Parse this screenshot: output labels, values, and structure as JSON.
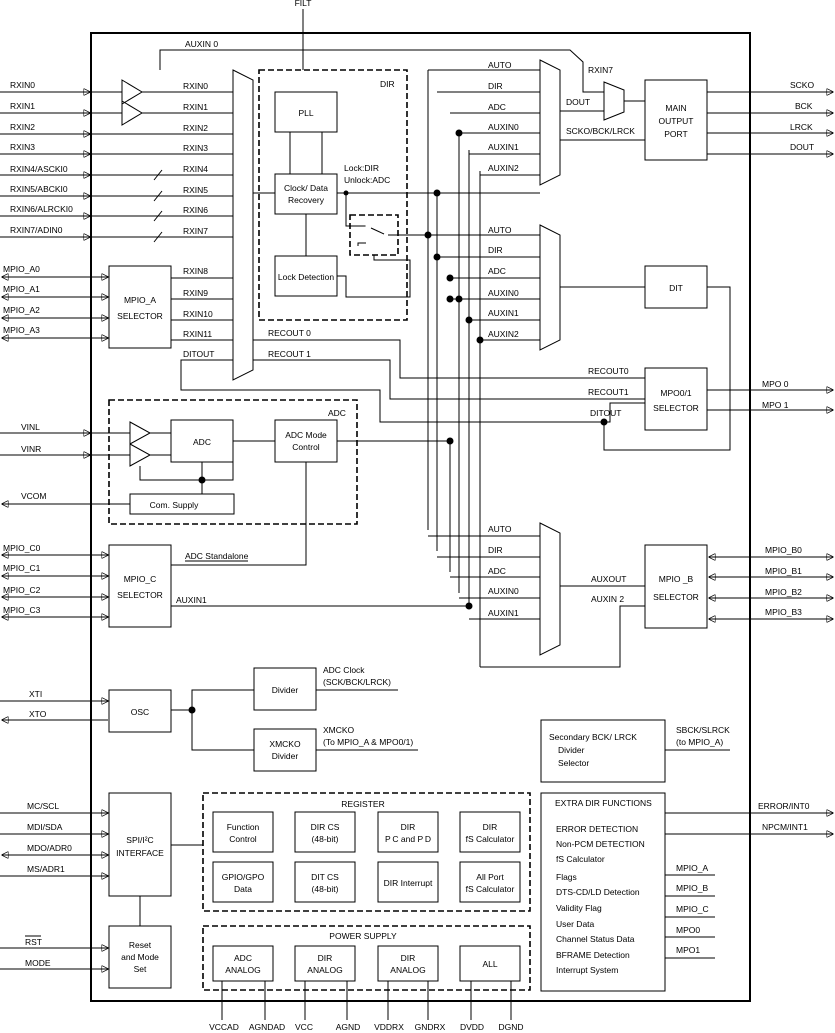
{
  "top_pin": "FILT",
  "bottom_pins": [
    "VCCAD",
    "AGNDAD",
    "VCC",
    "AGND",
    "VDDRX",
    "GNDRX",
    "DVDD",
    "DGND"
  ],
  "left_pins": {
    "rxin": [
      "RXIN0",
      "RXIN1",
      "RXIN2",
      "RXIN3",
      "RXIN4/ASCKI0",
      "RXIN5/ABCKI0",
      "RXIN6/ALRCKI0",
      "RXIN7/ADIN0"
    ],
    "mpio_a": [
      "MPIO_A0",
      "MPIO_A1",
      "MPIO_A2",
      "MPIO_A3"
    ],
    "vinl": "VINL",
    "vinr": "VINR",
    "vcom": "VCOM",
    "mpio_c": [
      "MPIO_C0",
      "MPIO_C1",
      "MPIO_C2",
      "MPIO_C3"
    ],
    "xti": "XTI",
    "xto": "XTO",
    "spi": [
      "MC/SCL",
      "MDI/SDA",
      "MDO/ADR0",
      "MS/ADR1"
    ],
    "rst": "RST",
    "mode": "MODE"
  },
  "right_pins": {
    "main_out": [
      "SCKO",
      "BCK",
      "LRCK",
      "DOUT"
    ],
    "mpo": [
      "MPO 0",
      "MPO 1"
    ],
    "mpio_b": [
      "MPIO_B0",
      "MPIO_B1",
      "MPIO_B2",
      "MPIO_B3"
    ],
    "sbck": "SBCK/SLRCK",
    "sbck2": "(to MPIO_A)",
    "error": "ERROR/INT0",
    "npcm": "NPCM/INT1"
  },
  "internal": {
    "auxin0_top": "AUXIN 0",
    "rx_sel_inputs": [
      "RXIN0",
      "RXIN1",
      "RXIN2",
      "RXIN3",
      "RXIN4",
      "RXIN5",
      "RXIN6",
      "RXIN7",
      "RXIN8",
      "RXIN9",
      "RXIN10",
      "RXIN11"
    ],
    "ditout": "DITOUT",
    "recout0": "RECOUT 0",
    "recout1": "RECOUT 1",
    "recout0_r": "RECOUT0",
    "recout1_r": "RECOUT1",
    "ditout_r": "DITOUT",
    "rxin7_lbl": "RXIN7",
    "dout_lbl": "DOUT",
    "sckobck_lbl": "SCKO/BCK/LRCK",
    "lockdir": "Lock:DIR",
    "unlockadc": "Unlock:ADC",
    "mux1": [
      "AUTO",
      "DIR",
      "ADC",
      "AUXIN0",
      "AUXIN1",
      "AUXIN2"
    ],
    "mux2": [
      "AUTO",
      "DIR",
      "ADC",
      "AUXIN0",
      "AUXIN1",
      "AUXIN2"
    ],
    "mux3": [
      "AUTO",
      "DIR",
      "ADC",
      "AUXIN0",
      "AUXIN1"
    ],
    "auxout": "AUXOUT",
    "auxin2": "AUXIN 2",
    "adc_standalone": "ADC Standalone",
    "auxin1_c": "AUXIN1",
    "adc_clock": "ADC Clock",
    "adc_clock2": "(SCK/BCK/LRCK)",
    "xmcko": "XMCKO",
    "xmcko2": "(To MPIO_A & MPO0/1)",
    "mpo_out_labels": [
      "MPIO_A",
      "MPIO_B",
      "MPIO_C",
      "MPO0",
      "MPO1"
    ]
  },
  "blocks": {
    "dir_title": "DIR",
    "pll": "PLL",
    "clock_recovery": [
      "Clock/ Data",
      "Recovery"
    ],
    "lock_detection": "Lock Detection",
    "main_output": [
      "MAIN",
      "OUTPUT",
      "PORT"
    ],
    "dit": "DIT",
    "mpo_sel": [
      "MPO0/1",
      "SELECTOR"
    ],
    "mpio_a_sel": [
      "MPIO_A",
      "SELECTOR"
    ],
    "adc_title": "ADC",
    "adc": "ADC",
    "adc_mode": [
      "ADC Mode",
      "Control"
    ],
    "com_supply": "Com. Supply",
    "mpio_c_sel": [
      "MPIO_C",
      "SELECTOR"
    ],
    "mpio_b_sel": [
      "MPIO _B",
      "SELECTOR"
    ],
    "osc": "OSC",
    "divider": "Divider",
    "xmcko_div": [
      "XMCKO",
      "Divider"
    ],
    "secondary": [
      "Secondary BCK/ LRCK",
      "Divider",
      "Selector"
    ],
    "spi": [
      "SPI/I²C",
      "INTERFACE"
    ],
    "reset": [
      "Reset",
      "and Mode",
      "Set"
    ],
    "register_title": "REGISTER",
    "reg_cells": [
      [
        "Function",
        "Control"
      ],
      [
        "DIR CS",
        "(48-bit)"
      ],
      [
        "DIR",
        "P C and P D"
      ],
      [
        "DIR",
        "fS Calculator"
      ],
      [
        "GPIO/GPO",
        "Data"
      ],
      [
        "DIT CS",
        "(48-bit)"
      ],
      [
        "DIR Interrupt"
      ],
      [
        "All Port",
        "fS Calculator"
      ]
    ],
    "power_title": "POWER SUPPLY",
    "power_cells": [
      [
        "ADC",
        "ANALOG"
      ],
      [
        "DIR",
        "ANALOG"
      ],
      [
        "DIR",
        "ANALOG"
      ],
      [
        "ALL"
      ]
    ],
    "extra_title": "EXTRA DIR FUNCTIONS",
    "extra_items": [
      "ERROR DETECTION",
      "Non-PCM DETECTION",
      "fS Calculator",
      "Flags",
      "DTS-CD/LD Detection",
      "Validity Flag",
      "User Data",
      "Channel Status Data",
      "BFRAME Detection",
      "Interrupt System"
    ]
  }
}
